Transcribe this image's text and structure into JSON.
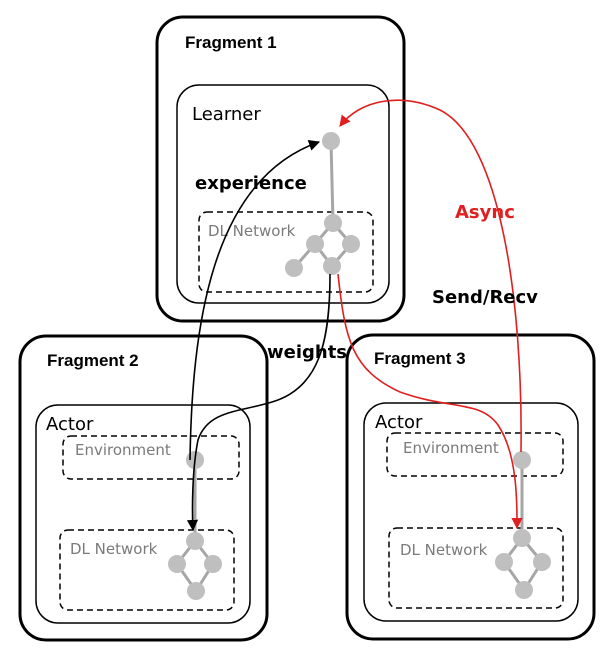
{
  "fragments": {
    "f1": {
      "title": "Fragment 1",
      "role": "Learner",
      "network_label": "DL Network"
    },
    "f2": {
      "title": "Fragment 2",
      "role": "Actor",
      "env_label": "Environment",
      "network_label": "DL Network"
    },
    "f3": {
      "title": "Fragment 3",
      "role": "Actor",
      "env_label": "Environment",
      "network_label": "DL Network"
    }
  },
  "edge_labels": {
    "experience": "experience",
    "weights": "weights",
    "async": "Async",
    "sendrecv": "Send/Recv"
  },
  "colors": {
    "node": "#bfbfbf",
    "node_edge": "#a6a6a6",
    "arrow_black": "#000000",
    "arrow_red": "#e02020"
  }
}
